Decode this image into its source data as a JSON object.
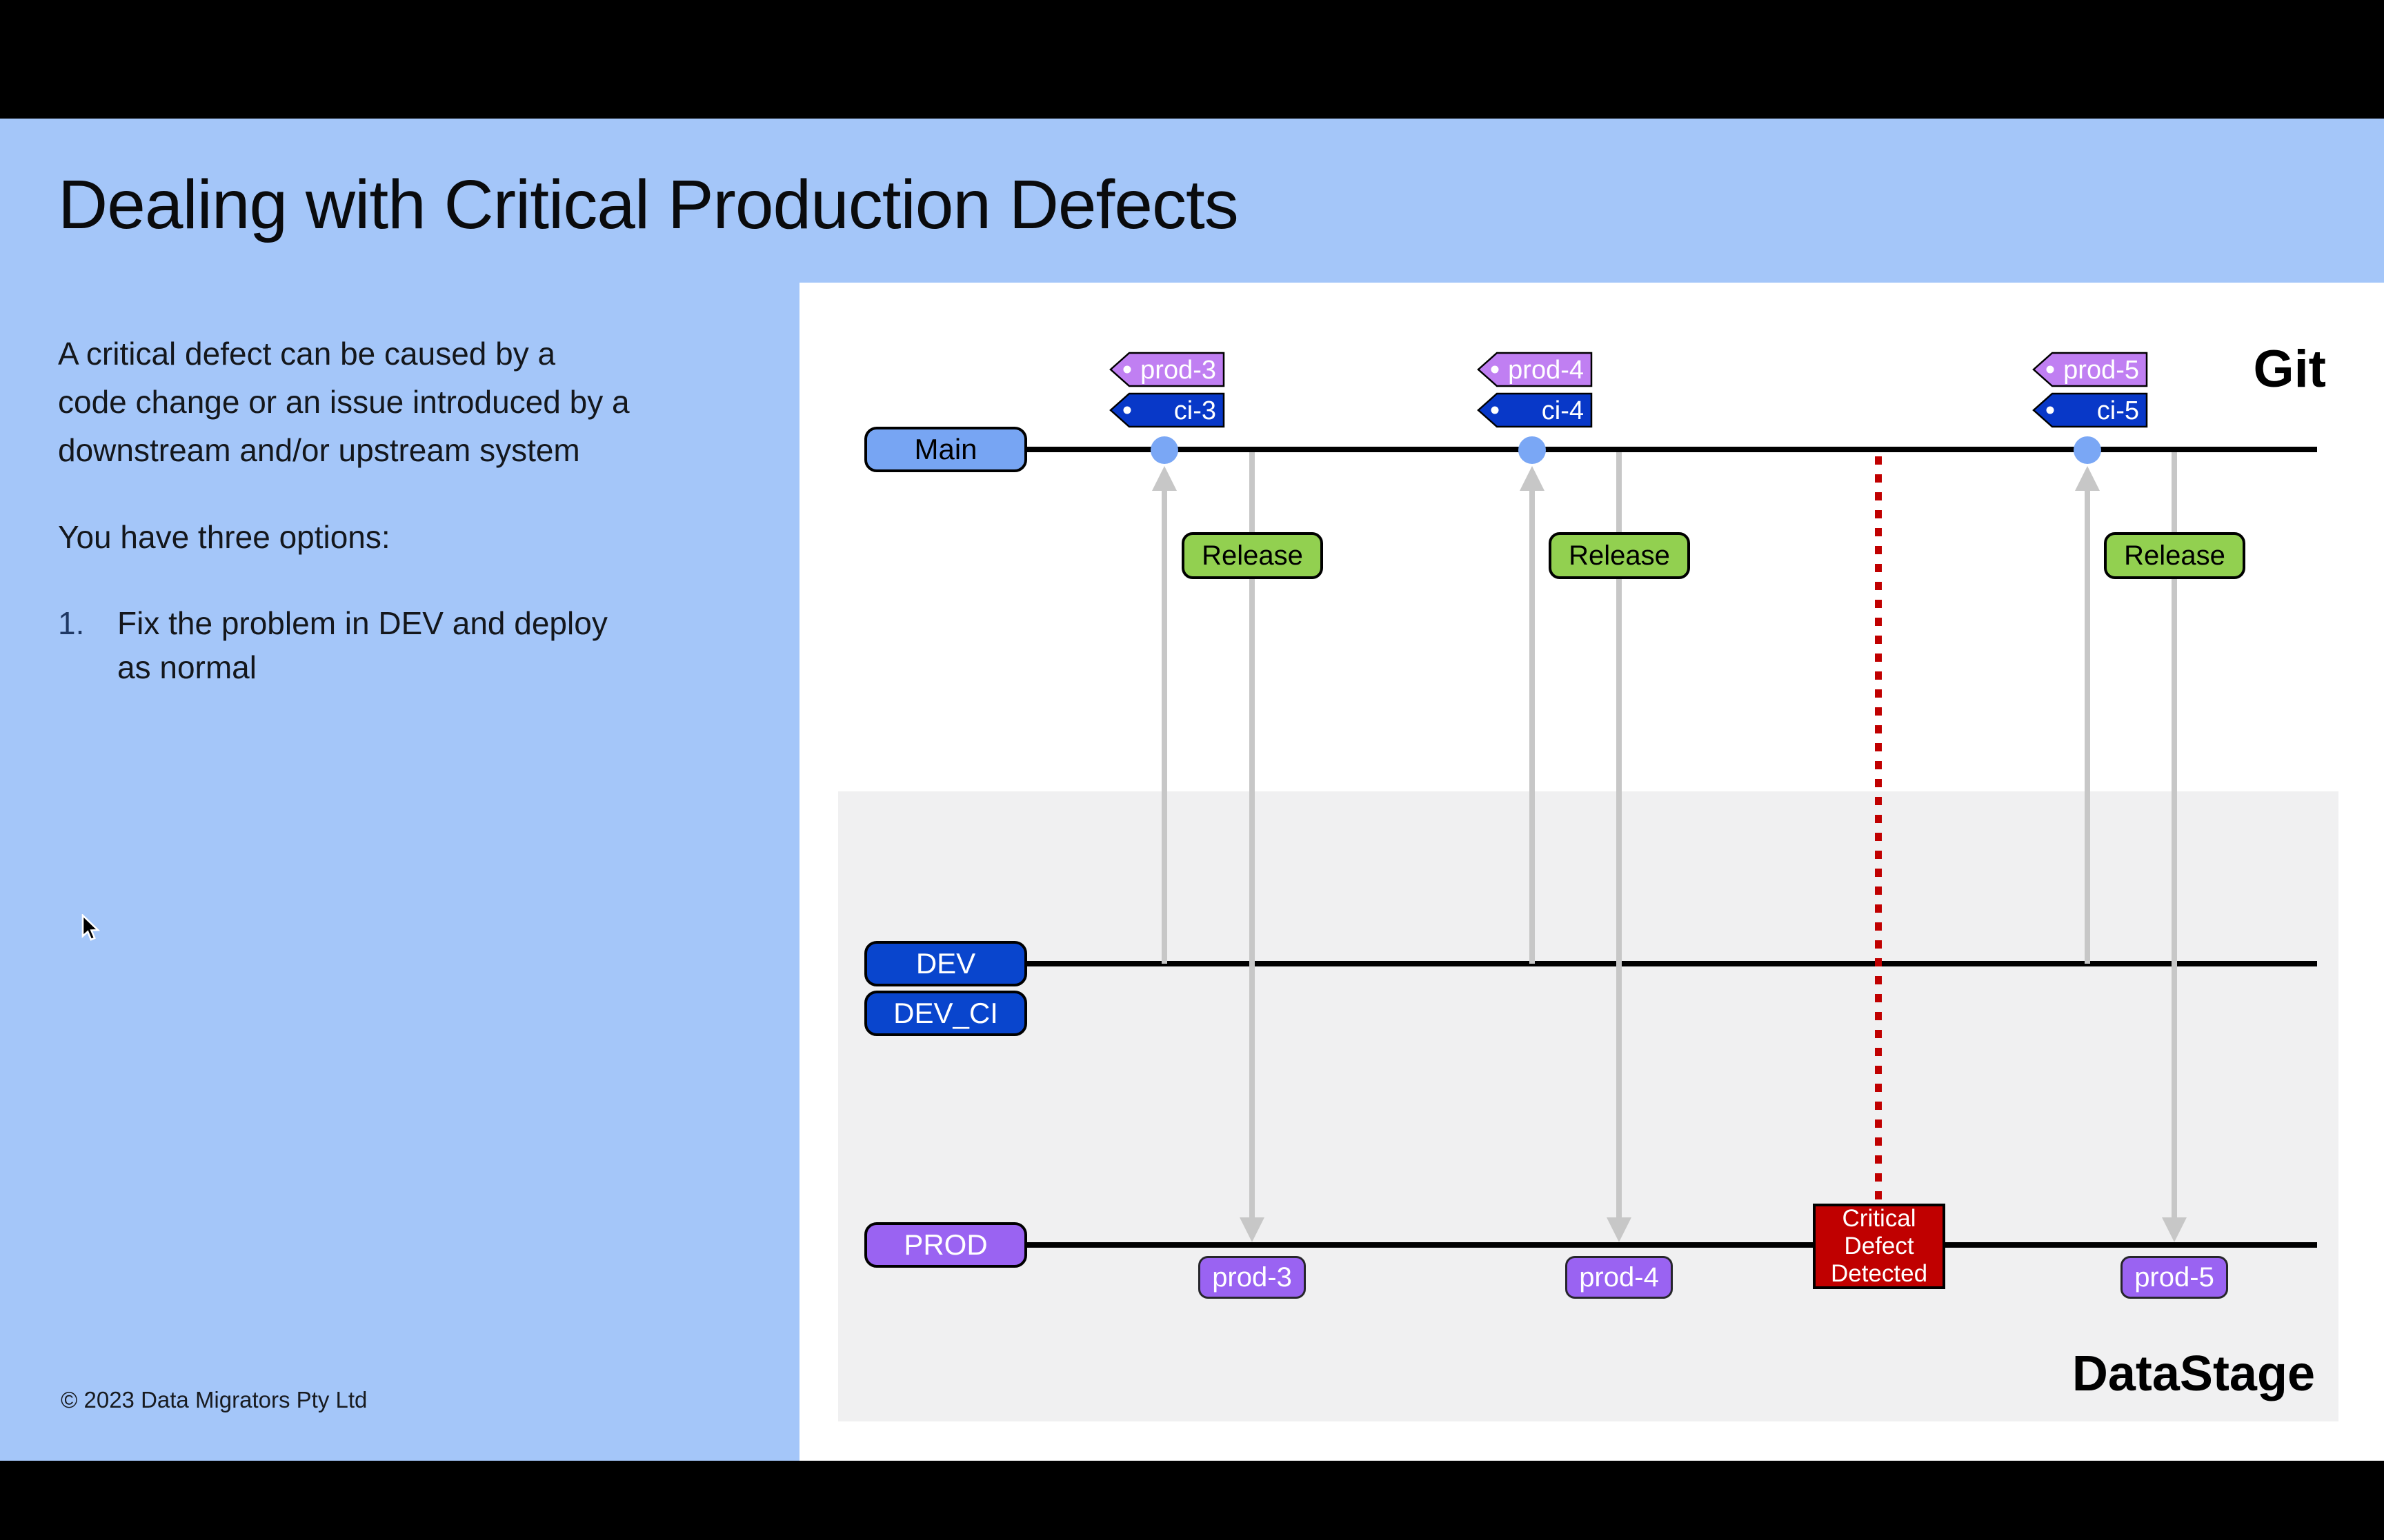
{
  "slide": {
    "title": "Dealing with Critical Production Defects",
    "body": {
      "paragraph_lines": [
        "A critical defect can be caused by a",
        "code change or an issue introduced by a",
        "downstream and/or upstream system"
      ],
      "options_intro": "You have three options:",
      "list": [
        {
          "number": "1.",
          "lines": [
            "Fix the problem in DEV and deploy",
            "as normal"
          ]
        }
      ]
    },
    "footer": "© 2023 Data Migrators Pty Ltd"
  },
  "diagram": {
    "git_label": "Git",
    "datastage_label": "DataStage",
    "branch_labels": {
      "main": "Main",
      "dev": "DEV",
      "dev_ci": "DEV_CI",
      "prod": "PROD"
    },
    "commits": [
      {
        "prod_tag": "prod-3",
        "ci_tag": "ci-3"
      },
      {
        "prod_tag": "prod-4",
        "ci_tag": "ci-4"
      },
      {
        "prod_tag": "prod-5",
        "ci_tag": "ci-5"
      }
    ],
    "release_label": "Release",
    "prod_tags": [
      "prod-3",
      "prod-4",
      "prod-5"
    ],
    "critical_box": {
      "lines": [
        "Critical",
        "Defect",
        "Detected"
      ]
    },
    "colors": {
      "slide_background": "#a4c6f9",
      "panel_background": "#ffffff",
      "datastage_zone": "#f0f0f1",
      "main_branch_box": "#77a5f3",
      "dev_branch_box": "#0945cd",
      "prod_branch_box": "#9a63f2",
      "prod_git_tag": "#c07ff2",
      "ci_git_tag": "#0838c8",
      "release_button": "#92d050",
      "critical_red": "#c00000",
      "arrow_gray": "#c7c7c7",
      "commit_dot": "#7aa7f5"
    }
  }
}
